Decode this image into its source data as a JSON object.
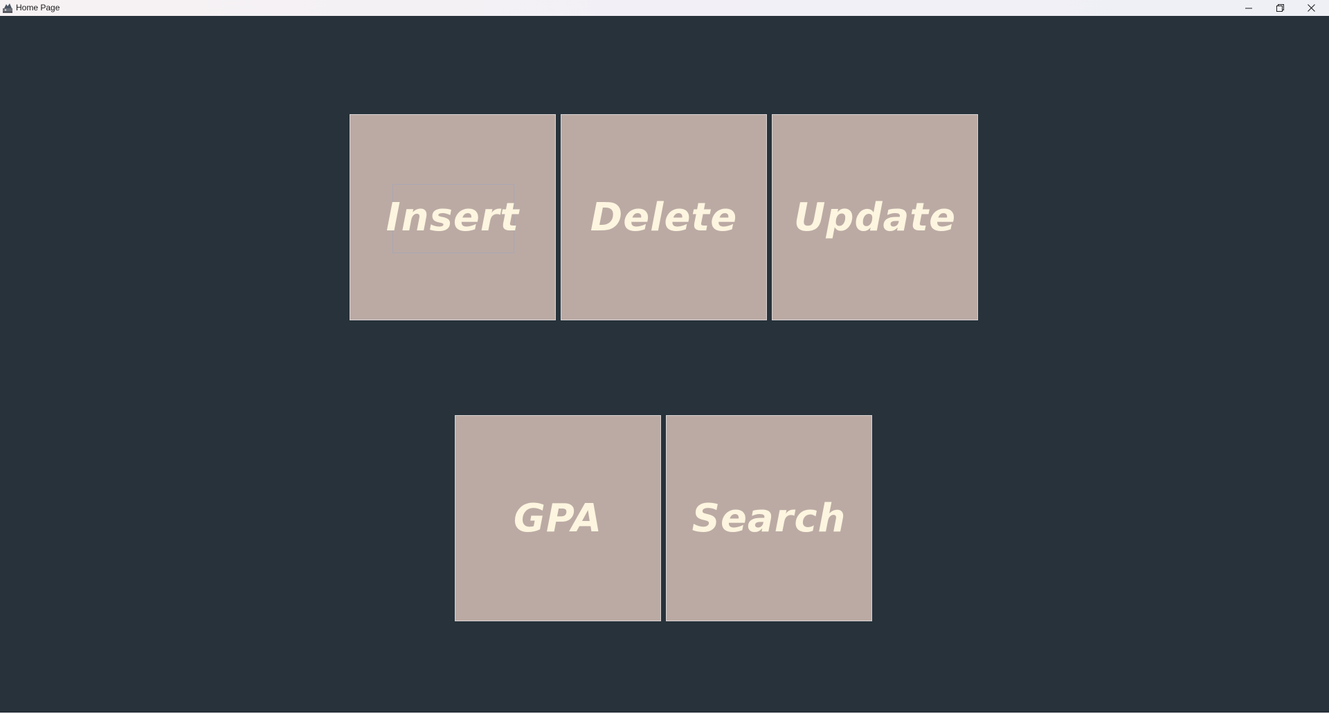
{
  "window": {
    "title": "Home Page",
    "controls": {
      "minimize": "minimize-icon",
      "maximize": "restore-icon",
      "close": "close-icon"
    }
  },
  "colors": {
    "background": "#27323a",
    "tile": "#bbaaa4",
    "tile_text": "#fdf5df"
  },
  "buttons": {
    "insert": "Insert",
    "delete": "Delete",
    "update": "Update",
    "gpa": "GPA",
    "search": "Search"
  }
}
